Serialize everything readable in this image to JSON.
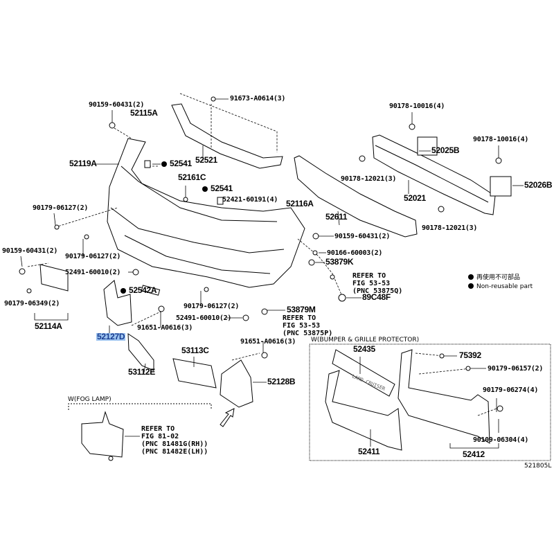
{
  "diagram_code": "521805L",
  "legend": {
    "jp": "再使用不可部品",
    "en": "Non-reusable part"
  },
  "sections": {
    "protector": "W(BUMPER & GRILLE PROTECTOR)",
    "fog_lamp": "W(FOG LAMP)"
  },
  "labels": {
    "l01": "90159-60431(2)",
    "l02": "52115A",
    "l03": "91673-A0614(3)",
    "l04": "52119A",
    "l05": "52541",
    "l06": "52521",
    "l07": "52161C",
    "l08": "52541",
    "l09": "52421-60191(4)",
    "l10": "90179-06127(2)",
    "l11": "52116A",
    "l12": "52611",
    "l13": "52021",
    "l14": "90178-10016(4)",
    "l15": "52025B",
    "l16": "90178-10016(4)",
    "l17": "90178-12021(3)",
    "l18": "52026B",
    "l19": "90178-12021(3)",
    "l20": "90159-60431(2)",
    "l21": "90166-60003(2)",
    "l22": "53879K",
    "l23": "89C48F",
    "l24": "90159-60431(2)",
    "l25": "90179-06127(2)",
    "l26": "52491-60010(2)",
    "l27": "52542A",
    "l28": "90179-06349(2)",
    "l29": "52114A",
    "l30": "90179-06127(2)",
    "l31": "52491-60010(2)",
    "l32": "91651-A0616(3)",
    "l33": "53879M",
    "l34": "52127D",
    "l35": "91651-A0616(3)",
    "l36": "53113C",
    "l37": "53112E",
    "l38": "52128B",
    "l39": "52435",
    "l40": "75392",
    "l41": "90179-06157(2)",
    "l42": "90179-06274(4)",
    "l43": "90109-06304(4)",
    "l44": "52411",
    "l45": "52412"
  },
  "notes": {
    "n1": "REFER TO\nFIG 53-53\n(PNC 53875Q)",
    "n2": "REFER TO\nFIG 53-53\n(PNC 53875P)",
    "n3": "REFER TO\nFIG 81-02\n(PNC 81481G(RH))\n(PNC 81482E(LH))"
  },
  "emblem_text": "LAND CRUISER",
  "selected_part": "52127D",
  "colors": {
    "highlight": "#9cc3f0",
    "highlight_text": "#1a3d8f"
  }
}
